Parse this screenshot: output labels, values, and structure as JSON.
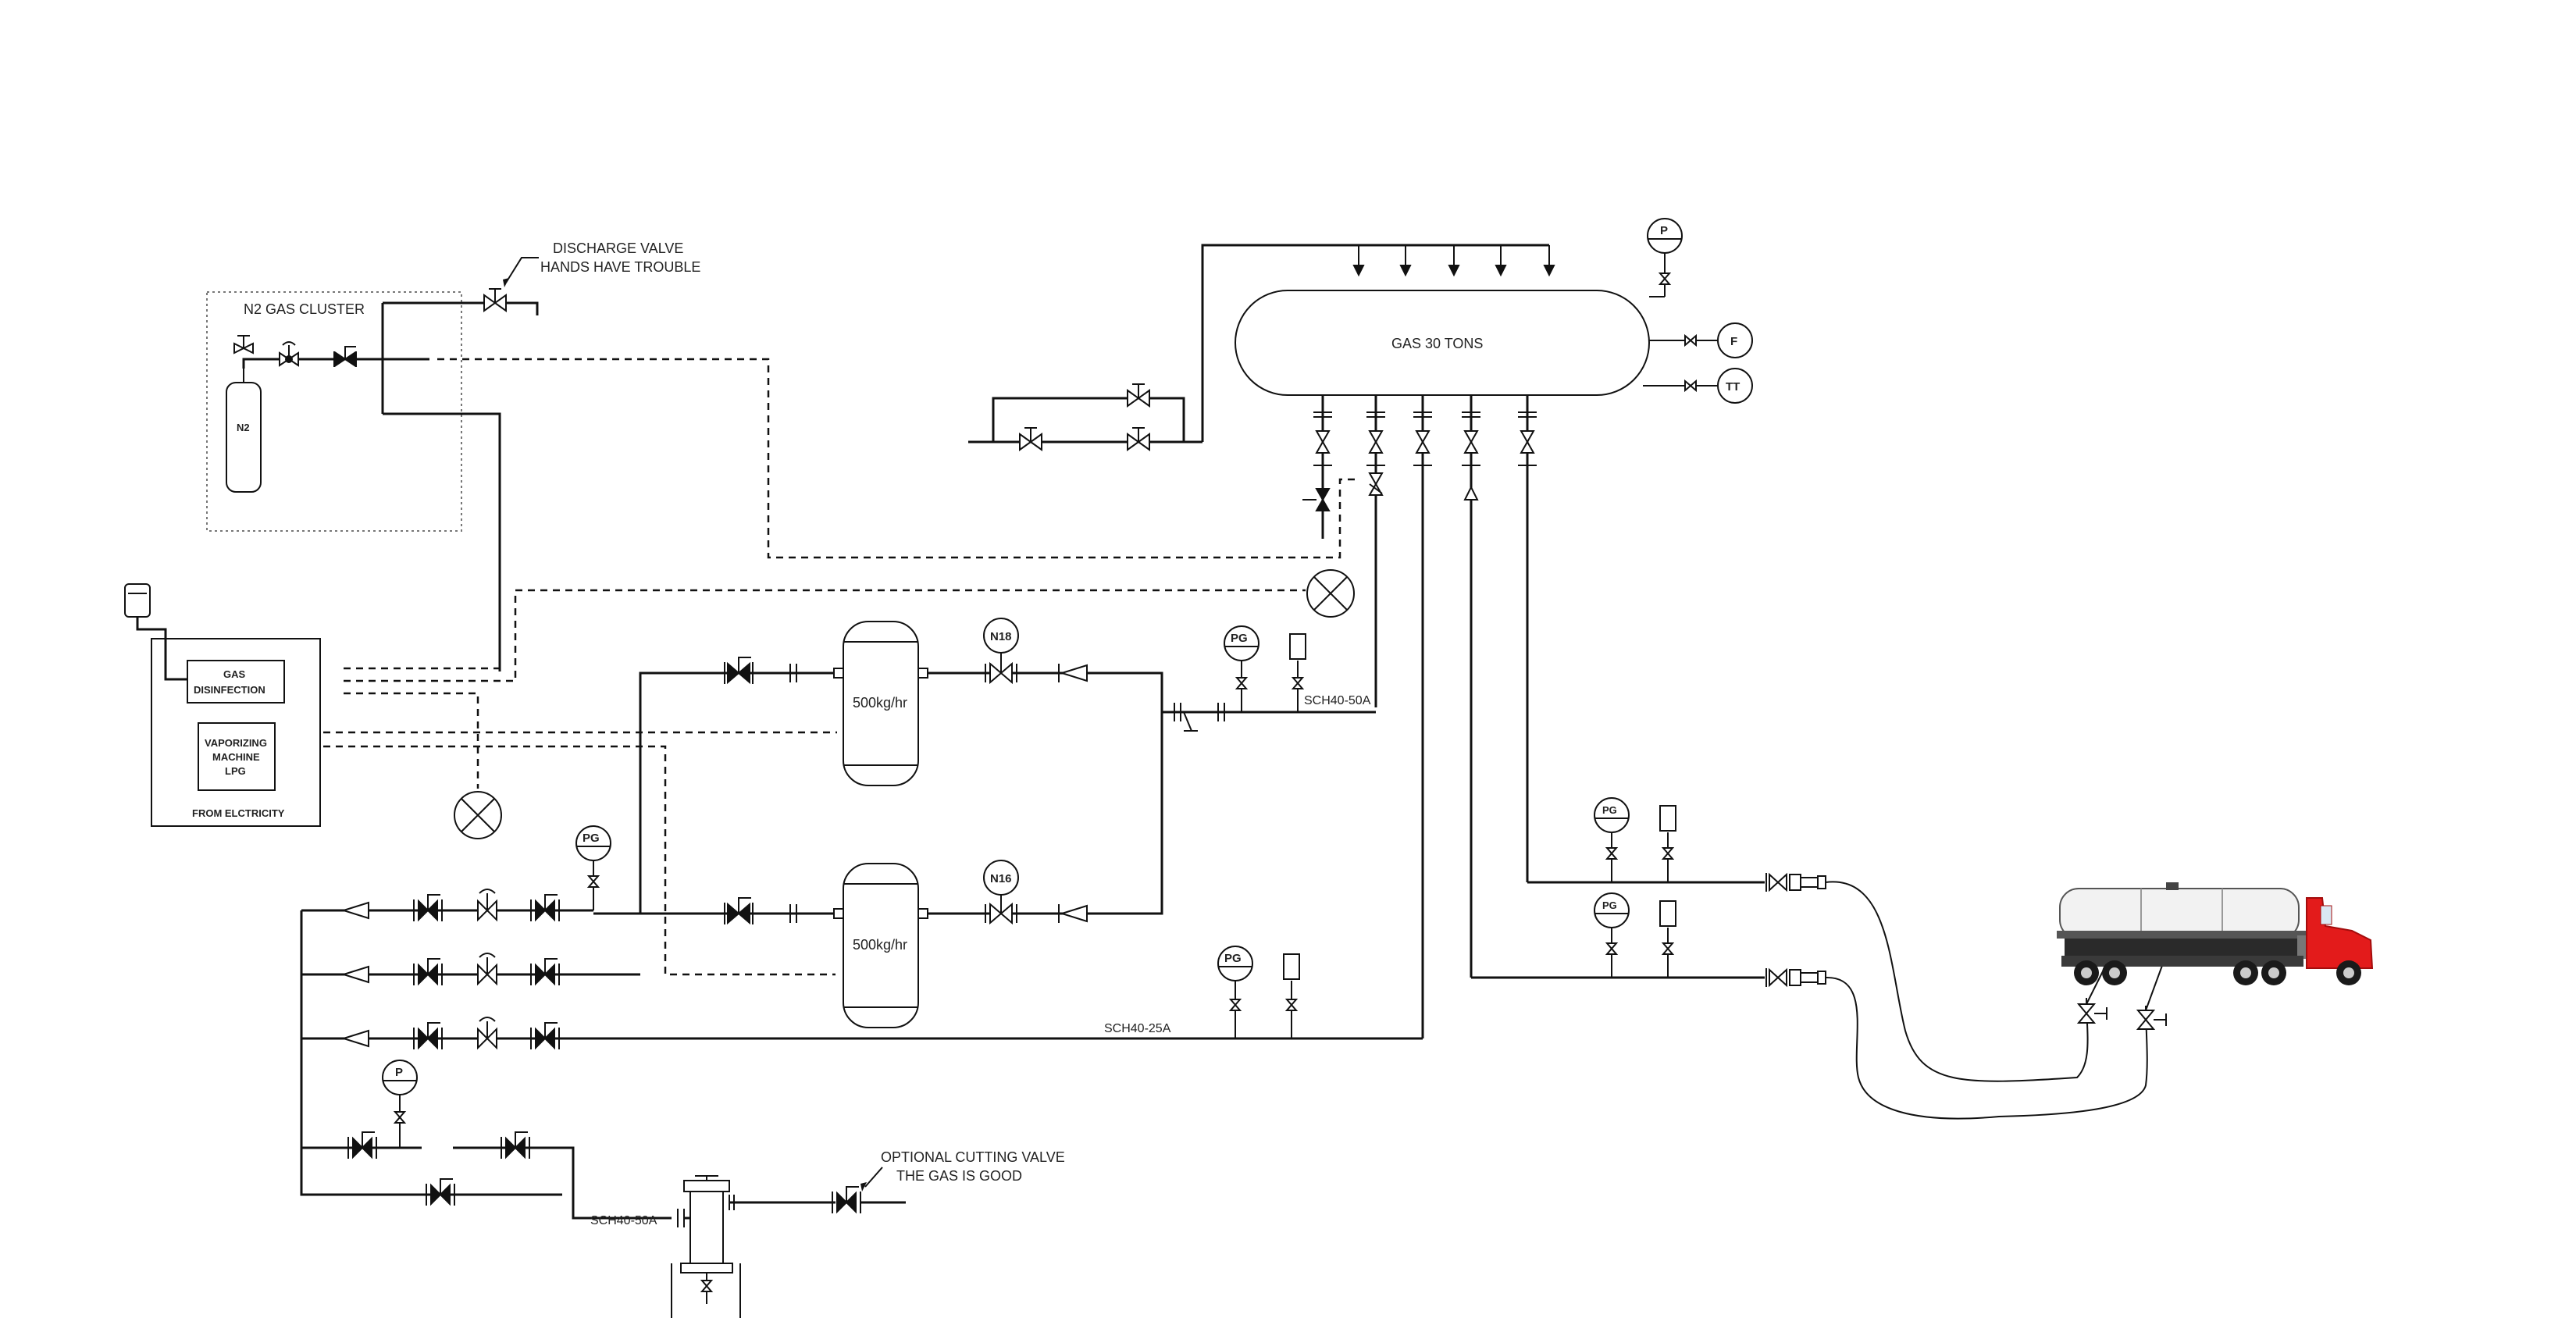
{
  "annotations": {
    "discharge_valve_line1": "DISCHARGE VALVE",
    "discharge_valve_line2": "HANDS HAVE TROUBLE",
    "optional_valve_line1": "OPTIONAL CUTTING VALVE",
    "optional_valve_line2": "THE GAS IS GOOD"
  },
  "n2_cluster": {
    "title": "N2 GAS CLUSTER",
    "cylinder_label": "N2"
  },
  "gas_disinfection": {
    "line1": "GAS",
    "line2": "DISINFECTION"
  },
  "vaporizing_machine": {
    "line1": "VAPORIZING",
    "line2": "MACHINE",
    "line3": "LPG"
  },
  "power_label": "FROM ELCTRICITY",
  "storage_tank": {
    "label": "GAS 30 TONS"
  },
  "vaporizers": [
    {
      "capacity": "500kg/hr",
      "instrument": "N18"
    },
    {
      "capacity": "500kg/hr",
      "instrument": "N16"
    }
  ],
  "tank_instruments": {
    "pressure": "P",
    "flow": "F",
    "temperature": "TT"
  },
  "gauges": {
    "pg": "PG",
    "p": "P"
  },
  "pipe_specs": {
    "main_return": "SCH40-50A",
    "line_25a": "SCH40-25A",
    "filter_line": "SCH40-50A"
  },
  "colors": {
    "pipe": "#111111",
    "truck_cab": "#e31b1b",
    "tanker_body": "#f2f2f2"
  },
  "icons": [
    "gate-valve-icon",
    "globe-valve-icon",
    "check-valve-icon",
    "reducer-icon",
    "flange-icon",
    "instrument-bubble-icon",
    "lamp-indicator-icon",
    "filter-icon",
    "tanker-truck-icon"
  ]
}
